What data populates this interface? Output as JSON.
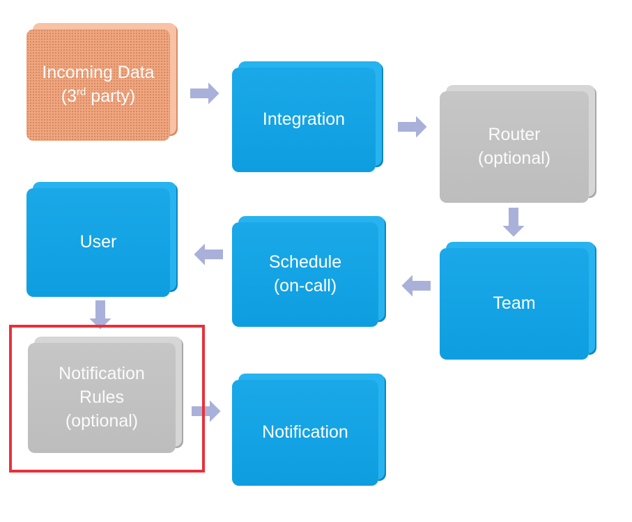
{
  "nodes": {
    "incoming_data": {
      "line1": "Incoming Data",
      "line2_prefix": "(3",
      "line2_sup": "rd",
      "line2_suffix": " party)"
    },
    "integration": {
      "label": "Integration"
    },
    "router": {
      "line1": "Router",
      "line2": "(optional)"
    },
    "team": {
      "label": "Team"
    },
    "schedule": {
      "line1": "Schedule",
      "line2": "(on-call)"
    },
    "user": {
      "label": "User"
    },
    "notification_rules": {
      "line1": "Notification",
      "line2": "Rules",
      "line3": "(optional)"
    },
    "notification": {
      "label": "Notification"
    }
  },
  "colors": {
    "blue": "#0e9ee0",
    "gray": "#bdbdbd",
    "orange": "#f0a57e",
    "arrow": "#a9b0d9",
    "highlight": "#e8303a"
  }
}
